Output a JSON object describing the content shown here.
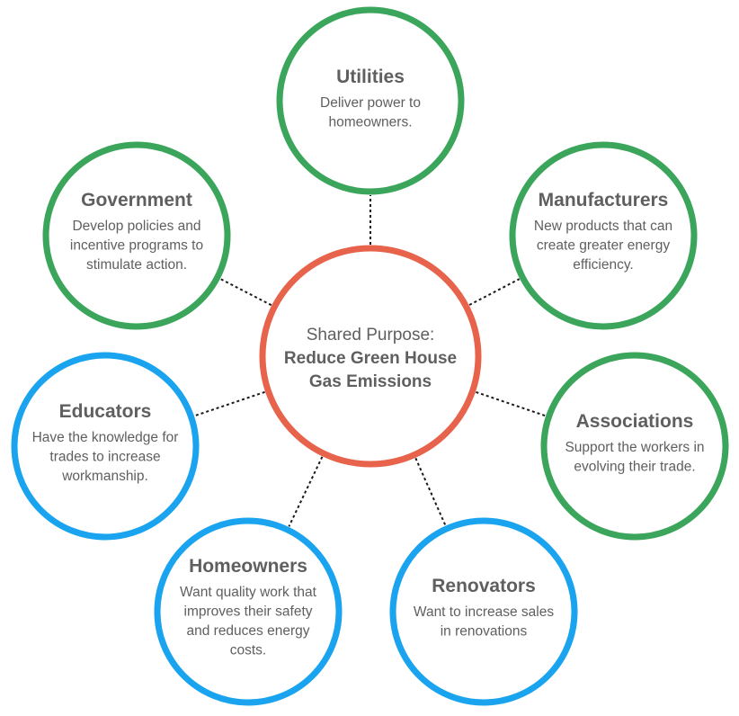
{
  "colors": {
    "green": "#3aa55b",
    "blue": "#1aa3ee",
    "red": "#e8634c",
    "text": "#5f5f5f"
  },
  "center": {
    "line1": "Shared Purpose:",
    "line2": "Reduce Green House",
    "line3": "Gas Emissions"
  },
  "nodes": [
    {
      "id": "utilities",
      "color": "green",
      "title": "Utilities",
      "desc": [
        "Deliver power to",
        "homeowners."
      ]
    },
    {
      "id": "government",
      "color": "green",
      "title": "Government",
      "desc": [
        "Develop policies and",
        "incentive programs to",
        "stimulate action."
      ]
    },
    {
      "id": "manufacturers",
      "color": "green",
      "title": "Manufacturers",
      "desc": [
        "New products that can",
        "create greater energy",
        "efficiency."
      ]
    },
    {
      "id": "educators",
      "color": "blue",
      "title": "Educators",
      "desc": [
        "Have the knowledge for",
        "trades to increase",
        "workmanship."
      ]
    },
    {
      "id": "associations",
      "color": "green",
      "title": "Associations",
      "desc": [
        "Support the workers in",
        "evolving their trade."
      ]
    },
    {
      "id": "homeowners",
      "color": "blue",
      "title": "Homeowners",
      "desc": [
        "Want quality work that",
        "improves their safety",
        "and reduces energy",
        "costs."
      ]
    },
    {
      "id": "renovators",
      "color": "blue",
      "title": "Renovators",
      "desc": [
        "Want to increase sales",
        "in renovations"
      ]
    }
  ]
}
